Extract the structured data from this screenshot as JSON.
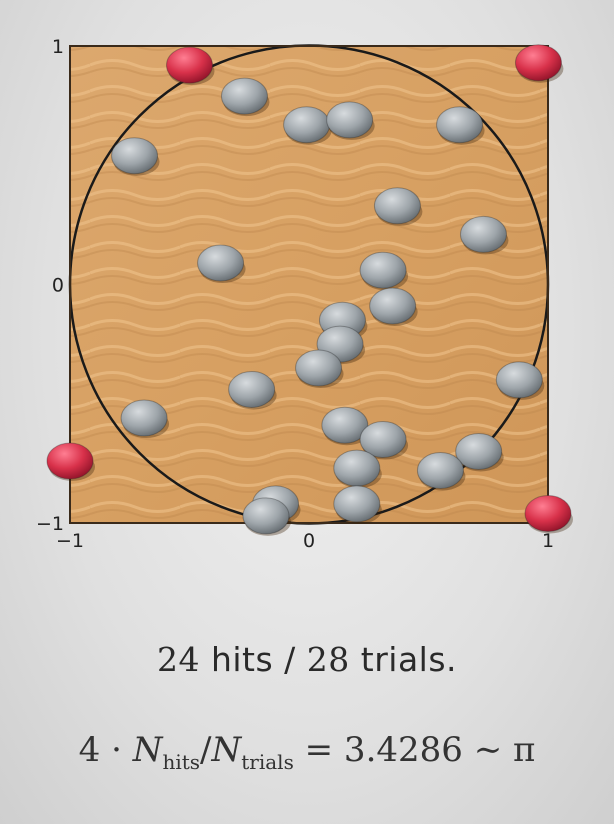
{
  "figure": {
    "x_range": [
      -1,
      1
    ],
    "y_range": [
      -1,
      1
    ],
    "x_ticks": [
      {
        "value": -1,
        "label": "−1"
      },
      {
        "value": 0,
        "label": "0"
      },
      {
        "value": 1,
        "label": "1"
      }
    ],
    "y_ticks": [
      {
        "value": 1,
        "label": "1"
      },
      {
        "value": 0,
        "label": "0"
      },
      {
        "value": -1,
        "label": "−1"
      }
    ],
    "colors": {
      "sand": "#d9a468",
      "hit": "#9aa1a6",
      "miss": "#d8314a",
      "circle": "#1a1a1a"
    },
    "hits": [
      [
        -0.27,
        0.79
      ],
      [
        -0.01,
        0.67
      ],
      [
        0.17,
        0.69
      ],
      [
        0.63,
        0.67
      ],
      [
        -0.73,
        0.54
      ],
      [
        0.37,
        0.33
      ],
      [
        0.73,
        0.21
      ],
      [
        -0.37,
        0.09
      ],
      [
        0.31,
        0.06
      ],
      [
        0.35,
        -0.09
      ],
      [
        0.14,
        -0.15
      ],
      [
        0.13,
        -0.25
      ],
      [
        0.04,
        -0.35
      ],
      [
        -0.24,
        -0.44
      ],
      [
        -0.69,
        -0.56
      ],
      [
        0.15,
        -0.59
      ],
      [
        0.31,
        -0.65
      ],
      [
        0.71,
        -0.7
      ],
      [
        0.55,
        -0.78
      ],
      [
        0.2,
        -0.77
      ],
      [
        -0.14,
        -0.92
      ],
      [
        0.2,
        -0.92
      ],
      [
        -0.18,
        -0.97
      ],
      [
        0.88,
        -0.4
      ]
    ],
    "misses": [
      [
        -0.5,
        0.92
      ],
      [
        -1.0,
        -0.74
      ],
      [
        0.96,
        0.93
      ],
      [
        1.0,
        -0.96
      ]
    ]
  },
  "summary": {
    "hits": "24",
    "hits_label": " hits / ",
    "trials": "28",
    "trials_label": " trials."
  },
  "formula": {
    "prefix": "4 · ",
    "n": "N",
    "hits_sub": "hits",
    "slash": "/",
    "trials_sub": "trials",
    "result": " = 3.4286 ∼ π"
  }
}
